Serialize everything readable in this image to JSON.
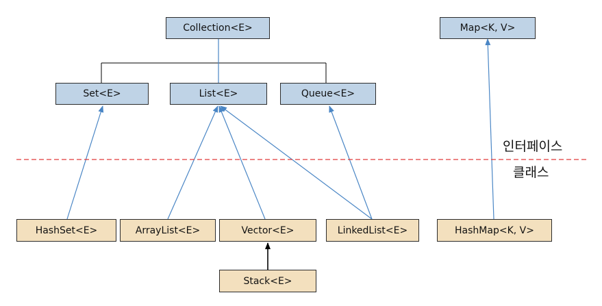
{
  "interfaces": {
    "collection": "Collection<E>",
    "map": "Map<K, V>",
    "set": "Set<E>",
    "list": "List<E>",
    "queue": "Queue<E>"
  },
  "classes": {
    "hashset": "HashSet<E>",
    "arraylist": "ArrayList<E>",
    "vector": "Vector<E>",
    "linkedlist": "LinkedList<E>",
    "hashmap": "HashMap<K, V>",
    "stack": "Stack<E>"
  },
  "zones": {
    "interface_label": "인터페이스",
    "class_label": "클래스"
  },
  "colors": {
    "interface_fill": "#bfd3e6",
    "class_fill": "#f3e0be",
    "arrow_blue": "#4a86c5",
    "divider_red": "#e03a3a",
    "stack_arrow": "#000000"
  }
}
